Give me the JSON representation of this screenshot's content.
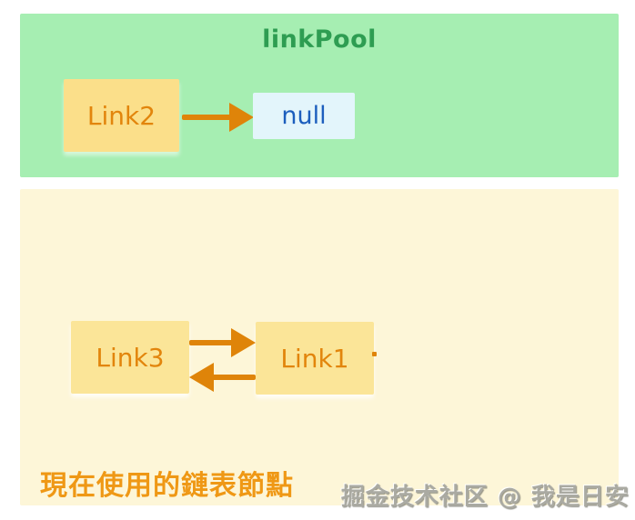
{
  "pool": {
    "title": "linkPool",
    "node_label": "Link2",
    "null_label": "null"
  },
  "active": {
    "left_node_label": "Link3",
    "right_node_label": "Link1",
    "caption": "現在使用的鏈表節點"
  },
  "watermark": "掘金技术社区 @ 我是日安",
  "icons": {
    "pool_arrow": "arrow-right",
    "forward_arrow": "arrow-right",
    "back_arrow": "arrow-left"
  },
  "colors": {
    "pool_bg": "#a6eeb2",
    "pool_title": "#2e9d52",
    "pool_node_bg": "#fbdf8a",
    "node_text": "#e2850c",
    "arrow": "#df8409",
    "null_bg": "#e3f5fb",
    "null_text": "#1c5ebd",
    "active_bg": "#fdf6d8",
    "active_node_bg": "#fbe598",
    "caption_text": "#ef9815",
    "watermark_text": "#aaaaa2",
    "page_bg": "#ffffff"
  }
}
